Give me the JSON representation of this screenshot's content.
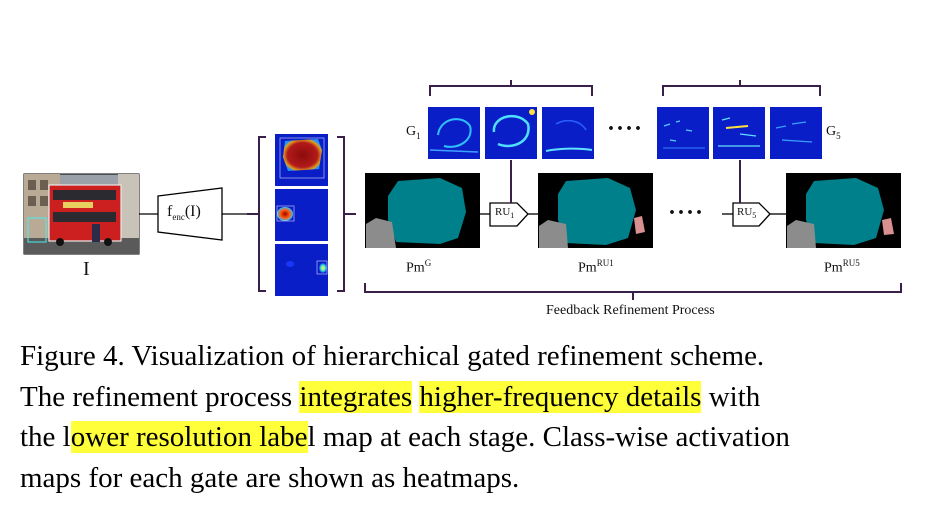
{
  "figure": {
    "labels": {
      "input": "I",
      "encoder_base": "f",
      "encoder_sub": "enc",
      "encoder_arg": "(I)",
      "g1_base": "G",
      "g1_sub": "1",
      "g5_base": "G",
      "g5_sub": "5",
      "dots_gates": "····",
      "dots_refine": "····",
      "ru1_base": "RU",
      "ru1_sub": "1",
      "ru5_base": "RU",
      "ru5_sub": "5",
      "pm_g_base": "Pm",
      "pm_g_sup": "G",
      "pm_ru1_base": "Pm",
      "pm_ru1_sup": "RU1",
      "pm_ru5_base": "Pm",
      "pm_ru5_sup": "RU5",
      "process": "Feedback Refinement Process"
    },
    "colors": {
      "segmentation_teal": "#00808a",
      "segmentation_gray": "#8c8c8c",
      "heatmap_blue": "#0a1ec8",
      "heatmap_red": "#b01818",
      "bus_red": "#cc1f1f",
      "connector": "#3a1f4a"
    }
  },
  "caption": {
    "line1": "Figure 4. Visualization of hierarchical gated refinement scheme.",
    "line2_a": "The refinement process ",
    "line2_hl1": "integrates",
    "line2_b": " ",
    "line2_hl2": "higher-frequency details",
    "line2_c": " with",
    "line3_a": "the l",
    "line3_hl": "ower resolution labe",
    "line3_b": "l map at each stage. Class-wise activation",
    "line4": "maps for each gate are shown as heatmaps."
  }
}
